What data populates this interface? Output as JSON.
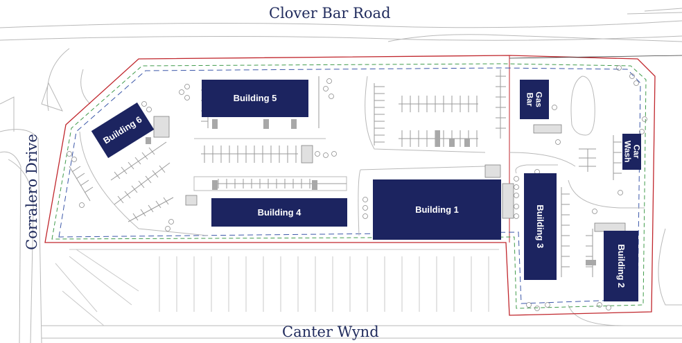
{
  "roads": {
    "north": "Clover Bar Road",
    "south": "Canter Wynd",
    "west": "Corralero Drive"
  },
  "buildings": {
    "b1": "Building 1",
    "b2": "Building 2",
    "b3": "Building 3",
    "b4": "Building 4",
    "b5": "Building 5",
    "b6": "Building 6",
    "gas_bar": "Gas Bar",
    "car_wash": "Car Wash"
  },
  "colors": {
    "building_fill": "#1c2460",
    "property_line": "#c0262c",
    "setback_green": "#3f9a4a",
    "setback_blue": "#3a56a8",
    "road_text": "#1f2a5c"
  }
}
